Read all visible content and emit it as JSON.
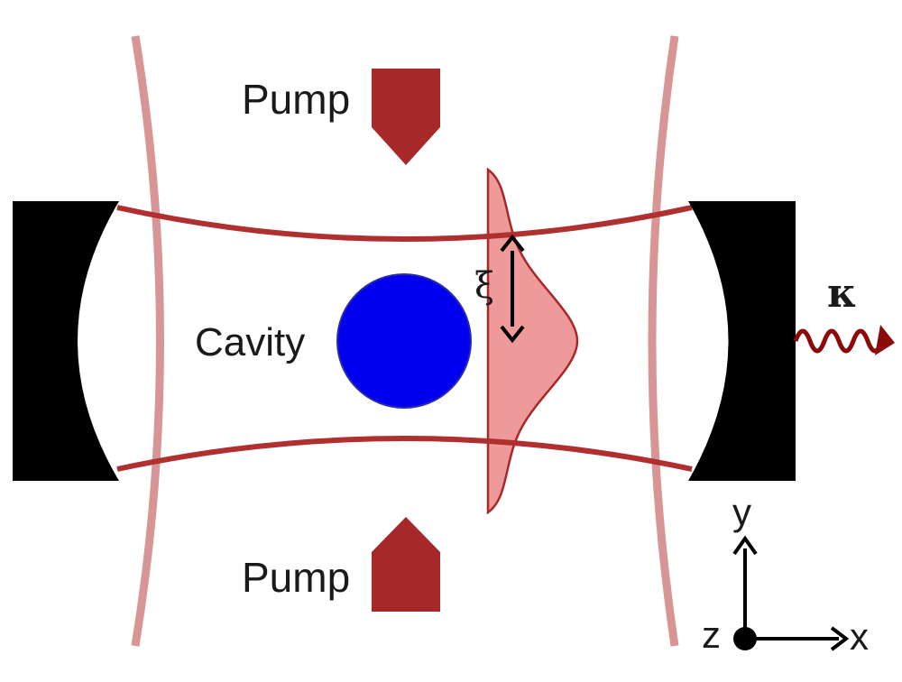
{
  "labels": {
    "pump_top": "Pump",
    "pump_bottom": "Pump",
    "cavity": "Cavity",
    "xi": "ξ",
    "kappa": "κ",
    "axis_y": "y",
    "axis_x": "x",
    "axis_z": "z"
  },
  "colors": {
    "mirror": "#000000",
    "cavity_mode": "#b03030",
    "pump_beam": "#d89595",
    "pump_arrow": "#a62828",
    "atom": "#0000ee",
    "profile_fill": "#ec8f8f",
    "decay_wave": "#8b0a0a"
  }
}
